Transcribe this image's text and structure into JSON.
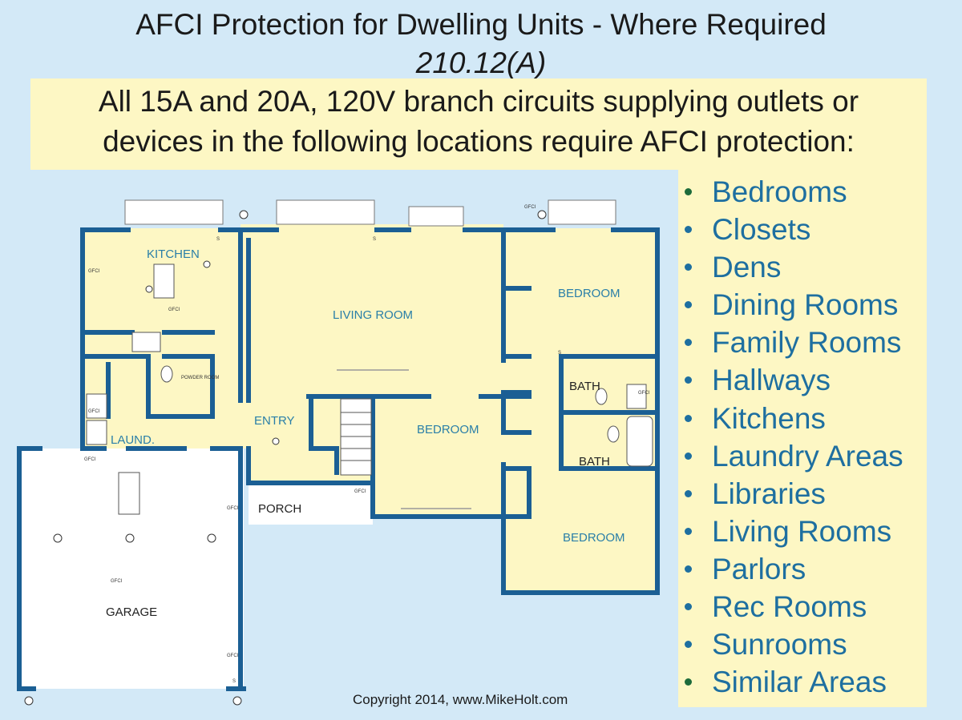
{
  "title": "AFCI Protection for Dwelling Units - Where Required",
  "subtitle": "210.12(A)",
  "requirement": {
    "line1": "All 15A and 20A, 120V branch circuits supplying outlets or",
    "line2": "devices in the following locations require AFCI protection:"
  },
  "locations": [
    "Bedrooms",
    "Closets",
    "Dens",
    "Dining Rooms",
    "Family Rooms",
    "Hallways",
    "Kitchens",
    "Laundry Areas",
    "Libraries",
    "Living Rooms",
    "Parlors",
    "Rec Rooms",
    "Sunrooms",
    "Similar Areas"
  ],
  "rooms": {
    "kitchen": "KITCHEN",
    "living_room": "LIVING ROOM",
    "bedroom_1": "BEDROOM",
    "bedroom_2": "BEDROOM",
    "bedroom_3": "BEDROOM",
    "bath_1": "BATH",
    "bath_2": "BATH",
    "entry": "ENTRY",
    "laundry": "LAUND.",
    "porch": "PORCH",
    "garage": "GARAGE",
    "powder_room": "POWDER ROOM"
  },
  "symbols": {
    "gfci": "GFCI",
    "switch": "S"
  },
  "copyright": "Copyright 2014, www.MikeHolt.com",
  "colors": {
    "background": "#d3e9f7",
    "highlight": "#fdf7c4",
    "wall": "#1b5f94",
    "floor": "#fdf7c4",
    "list_text": "#1e6fa0"
  }
}
